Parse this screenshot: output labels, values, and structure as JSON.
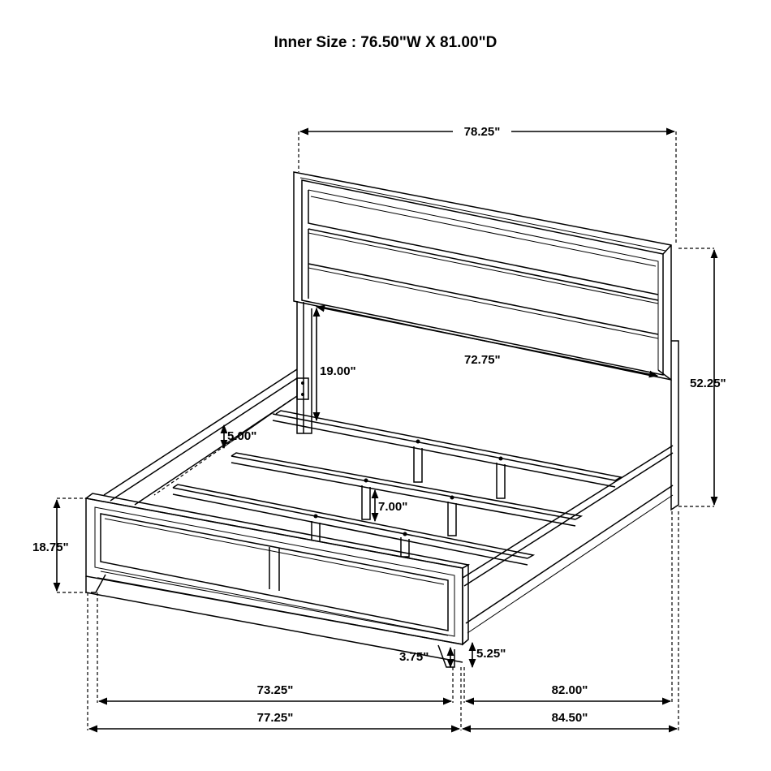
{
  "title": "Inner Size : 76.50\"W X 81.00\"D",
  "dimensions": {
    "headboard_width": "78.25\"",
    "headboard_height": "52.25\"",
    "headboard_inner_width": "72.75\"",
    "headboard_clearance": "19.00\"",
    "rail_drop": "5.00\"",
    "slat_height": "7.00\"",
    "footboard_height": "18.75\"",
    "leg_height": "3.75\"",
    "side_clearance": "5.25\"",
    "footboard_inner_width": "73.25\"",
    "footboard_width": "77.25\"",
    "rail_inner_length": "82.00\"",
    "rail_length": "84.50\""
  }
}
